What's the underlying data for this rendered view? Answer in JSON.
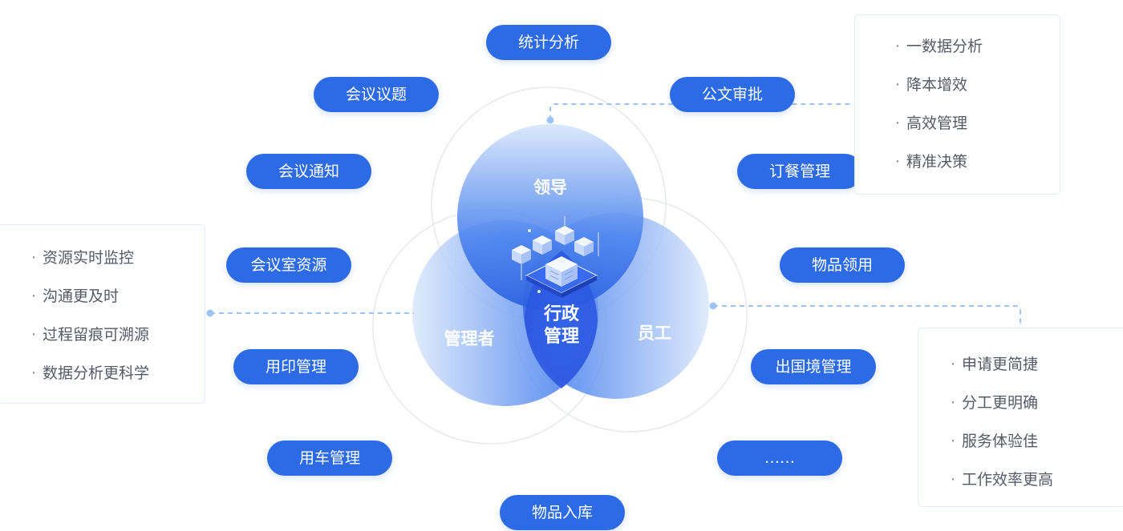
{
  "center": {
    "line1": "行政",
    "line2": "管理"
  },
  "circles": {
    "leader": "领导",
    "manager": "管理者",
    "staff": "员工"
  },
  "modules": [
    "统计分析",
    "会议议题",
    "公文审批",
    "会议通知",
    "订餐管理",
    "会议室资源",
    "物品领用",
    "用印管理",
    "出国境管理",
    "用车管理",
    "……",
    "物品入库"
  ],
  "panels": {
    "leader": [
      "一数据分析",
      "降本增效",
      "高效管理",
      "精准决策"
    ],
    "manager": [
      "资源实时监控",
      "沟通更及时",
      "过程留痕可溯源",
      "数据分析更科学"
    ],
    "staff": [
      "申请更简捷",
      "分工更明确",
      "服务体验佳",
      "工作效率更高"
    ]
  },
  "bullet": "·",
  "colors": {
    "accent": "#2d6be6",
    "text": "#555b66",
    "connector": "#9cc4f5",
    "panel_border": "#e2ebf8"
  }
}
